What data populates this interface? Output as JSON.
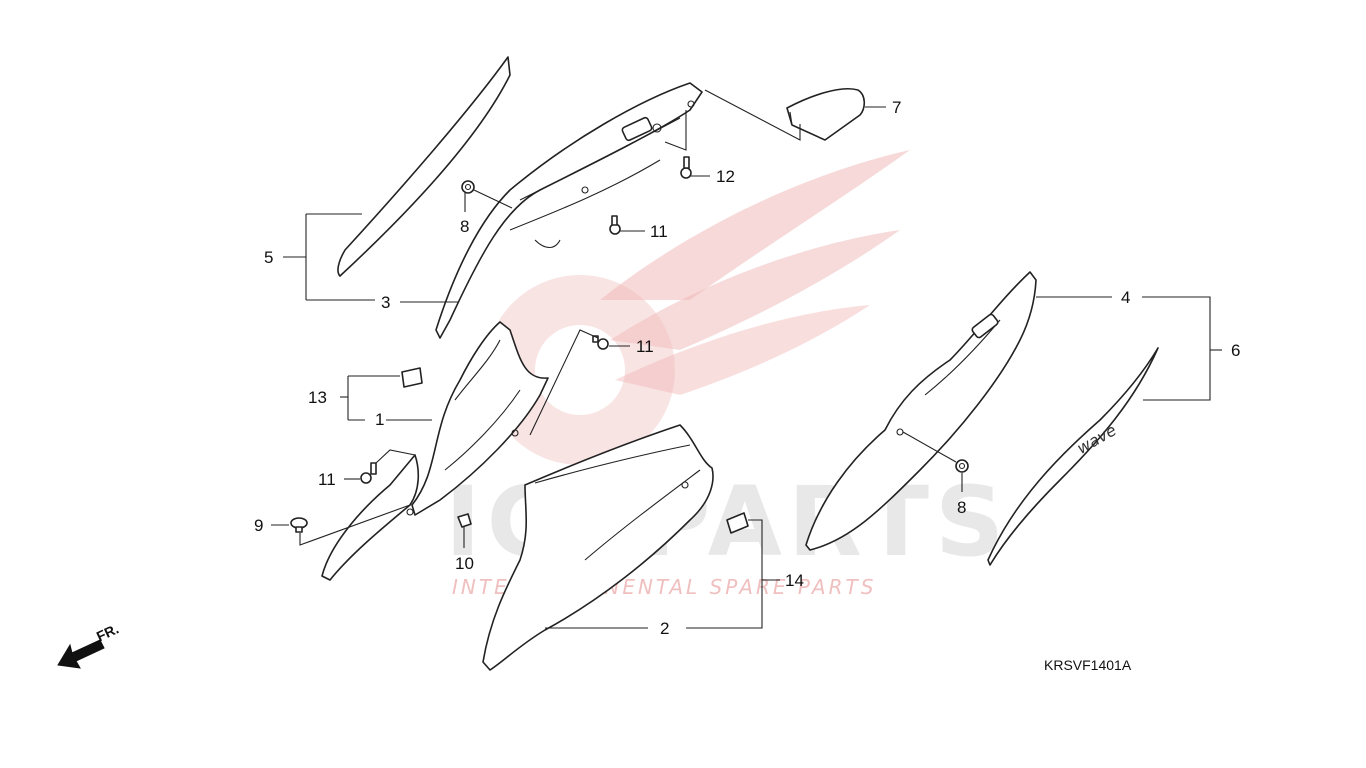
{
  "watermark": {
    "brand": "ICSPARTS",
    "tagline": "INTERCONTINENTAL SPARE PARTS",
    "color": "#e85a5a"
  },
  "callouts": [
    {
      "id": "1",
      "text": "1"
    },
    {
      "id": "2",
      "text": "2"
    },
    {
      "id": "3",
      "text": "3"
    },
    {
      "id": "4",
      "text": "4"
    },
    {
      "id": "5",
      "text": "5"
    },
    {
      "id": "6",
      "text": "6"
    },
    {
      "id": "7",
      "text": "7"
    },
    {
      "id": "8a",
      "text": "8"
    },
    {
      "id": "8b",
      "text": "8"
    },
    {
      "id": "9",
      "text": "9"
    },
    {
      "id": "10",
      "text": "10"
    },
    {
      "id": "11a",
      "text": "11"
    },
    {
      "id": "11b",
      "text": "11"
    },
    {
      "id": "11c",
      "text": "11"
    },
    {
      "id": "12",
      "text": "12"
    },
    {
      "id": "13",
      "text": "13"
    },
    {
      "id": "14",
      "text": "14"
    }
  ],
  "decal_text": "wave",
  "front_indicator": "FR.",
  "diagram_code": "KRSVF1401A"
}
